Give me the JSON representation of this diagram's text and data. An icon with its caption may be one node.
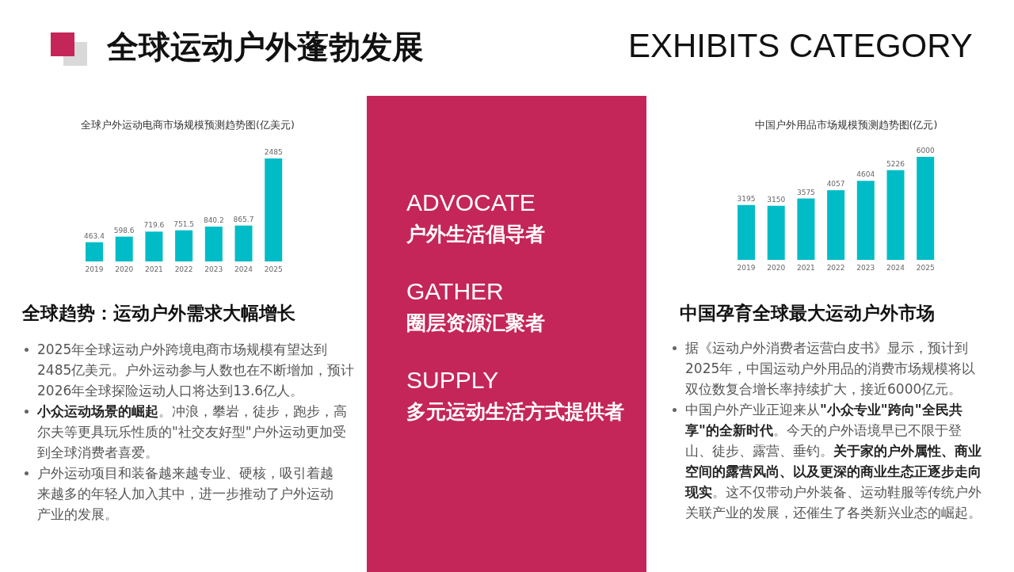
{
  "diagram": {
    "title": "全球运动户外蓬勃发展",
    "nodes": [
      {
        "text": [
          "ADVOCATE",
          "户外生活倡导者",
          "GATHER",
          "圈层资源汇聚者",
          "SUPPLY",
          "多元运动生活方式提供者"
        ]
      }
    ],
    "labels": [
      "EXHIBITS CATEGORY",
      "全球趋势：运动户外需求大幅增长",
      "2025年全球运动户外跨境电商市场规模有望达到2485亿美元。户外运动参与人数也在不断增加，预计2026年全球探险运动人口将达到13.6亿人。",
      "**小众运动场景的崛起**。冲浪，攀岩，徒步，跑步，高尔夫等更具玩乐性质的\"社交友好型\"户外运动更加受到全球消费者喜爱。",
      "户外运动项目和装备越来越专业、硬核，吸引着越来越多的年轻人加入其中，进一步推动了户外运动产业的发展。",
      "中国孕育全球最大运动户外市场",
      "据《运动户外消费者运营白皮书》显示，预计到2025年，中国运动户外用品的消费市场规模将以双位数复合增长率持续扩大，接近6000亿元。",
      "中国户外产业正迎来从**\"小众专业\"跨向\"全民共享\"的全新时代**。今天的户外语境早已不限于登山、徒步、露营、垂钓。**关于家的户外属性、商业空间的露营风尚、以及更深的商业生态正逐步走向现实**。这不仅带动户外装备、运动鞋服等传统户外关联产业的发展，还催生了各类新兴业态的崛起。"
    ],
    "chart_data": [
      {
        "type": "bar",
        "title": "全球户外运动电商市场规模预测趋势图(亿美元)",
        "categories": [
          "2019",
          "2020",
          "2021",
          "2022",
          "2023",
          "2024",
          "2025"
        ],
        "series": [
          {
            "color": "#00bcc6",
            "values": [
              463.4,
              598.6,
              719.6,
              751.5,
              840.2,
              865.7,
              2485
            ]
          }
        ],
        "data_labels": true
      },
      {
        "type": "bar",
        "title": "中国户外用品市场规模预测趋势图(亿元)",
        "categories": [
          "2019",
          "2020",
          "2021",
          "2022",
          "2023",
          "2024",
          "2025"
        ],
        "series": [
          {
            "color": "#00bcc6",
            "values": [
              3195,
              3150,
              3575,
              4057,
              4604,
              5226,
              6000
            ]
          }
        ],
        "data_labels": true
      }
    ]
  }
}
